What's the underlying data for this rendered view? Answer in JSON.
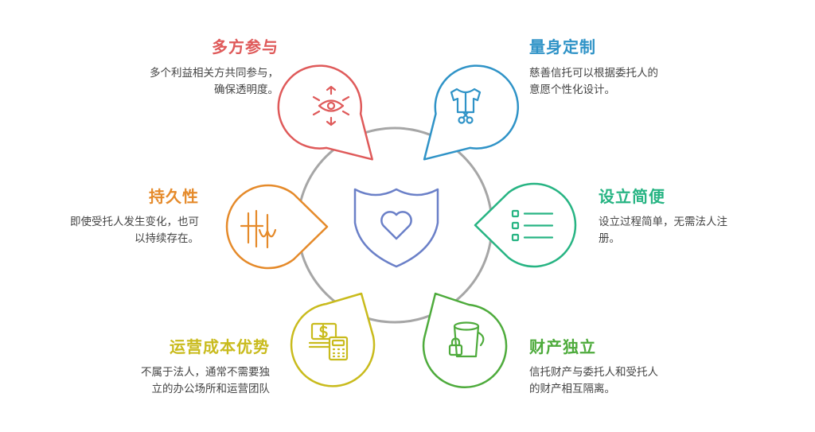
{
  "colors": {
    "ring": "#a6a6a6",
    "center_shield": "#6b80c8"
  },
  "center": {
    "icon": "shield-heart-icon"
  },
  "items": [
    {
      "title": "多方参与",
      "desc": "多个利益相关方共同参与，确保透明度。",
      "color": "#df5a5a",
      "icon": "eye-icon"
    },
    {
      "title": "量身定制",
      "desc": "慈善信托可以根据委托人的意愿个性化设计。",
      "color": "#2f93c7",
      "icon": "tailored-shirt-icon"
    },
    {
      "title": "设立简便",
      "desc": "设立过程简单，无需法人注册。",
      "color": "#27b483",
      "icon": "checklist-icon"
    },
    {
      "title": "财产独立",
      "desc": "信托财产与委托人和受托人的财产相互隔离。",
      "color": "#4eab3c",
      "icon": "locked-bucket-icon"
    },
    {
      "title": "运营成本优势",
      "desc": "不属于法人，通常不需要独立的办公场所和运营团队",
      "color": "#c9bb1d",
      "icon": "money-calculator-icon"
    },
    {
      "title": "持久性",
      "desc": "即使受托人发生变化，也可以持续存在。",
      "color": "#e58a2a",
      "icon": "timeline-icon"
    }
  ]
}
